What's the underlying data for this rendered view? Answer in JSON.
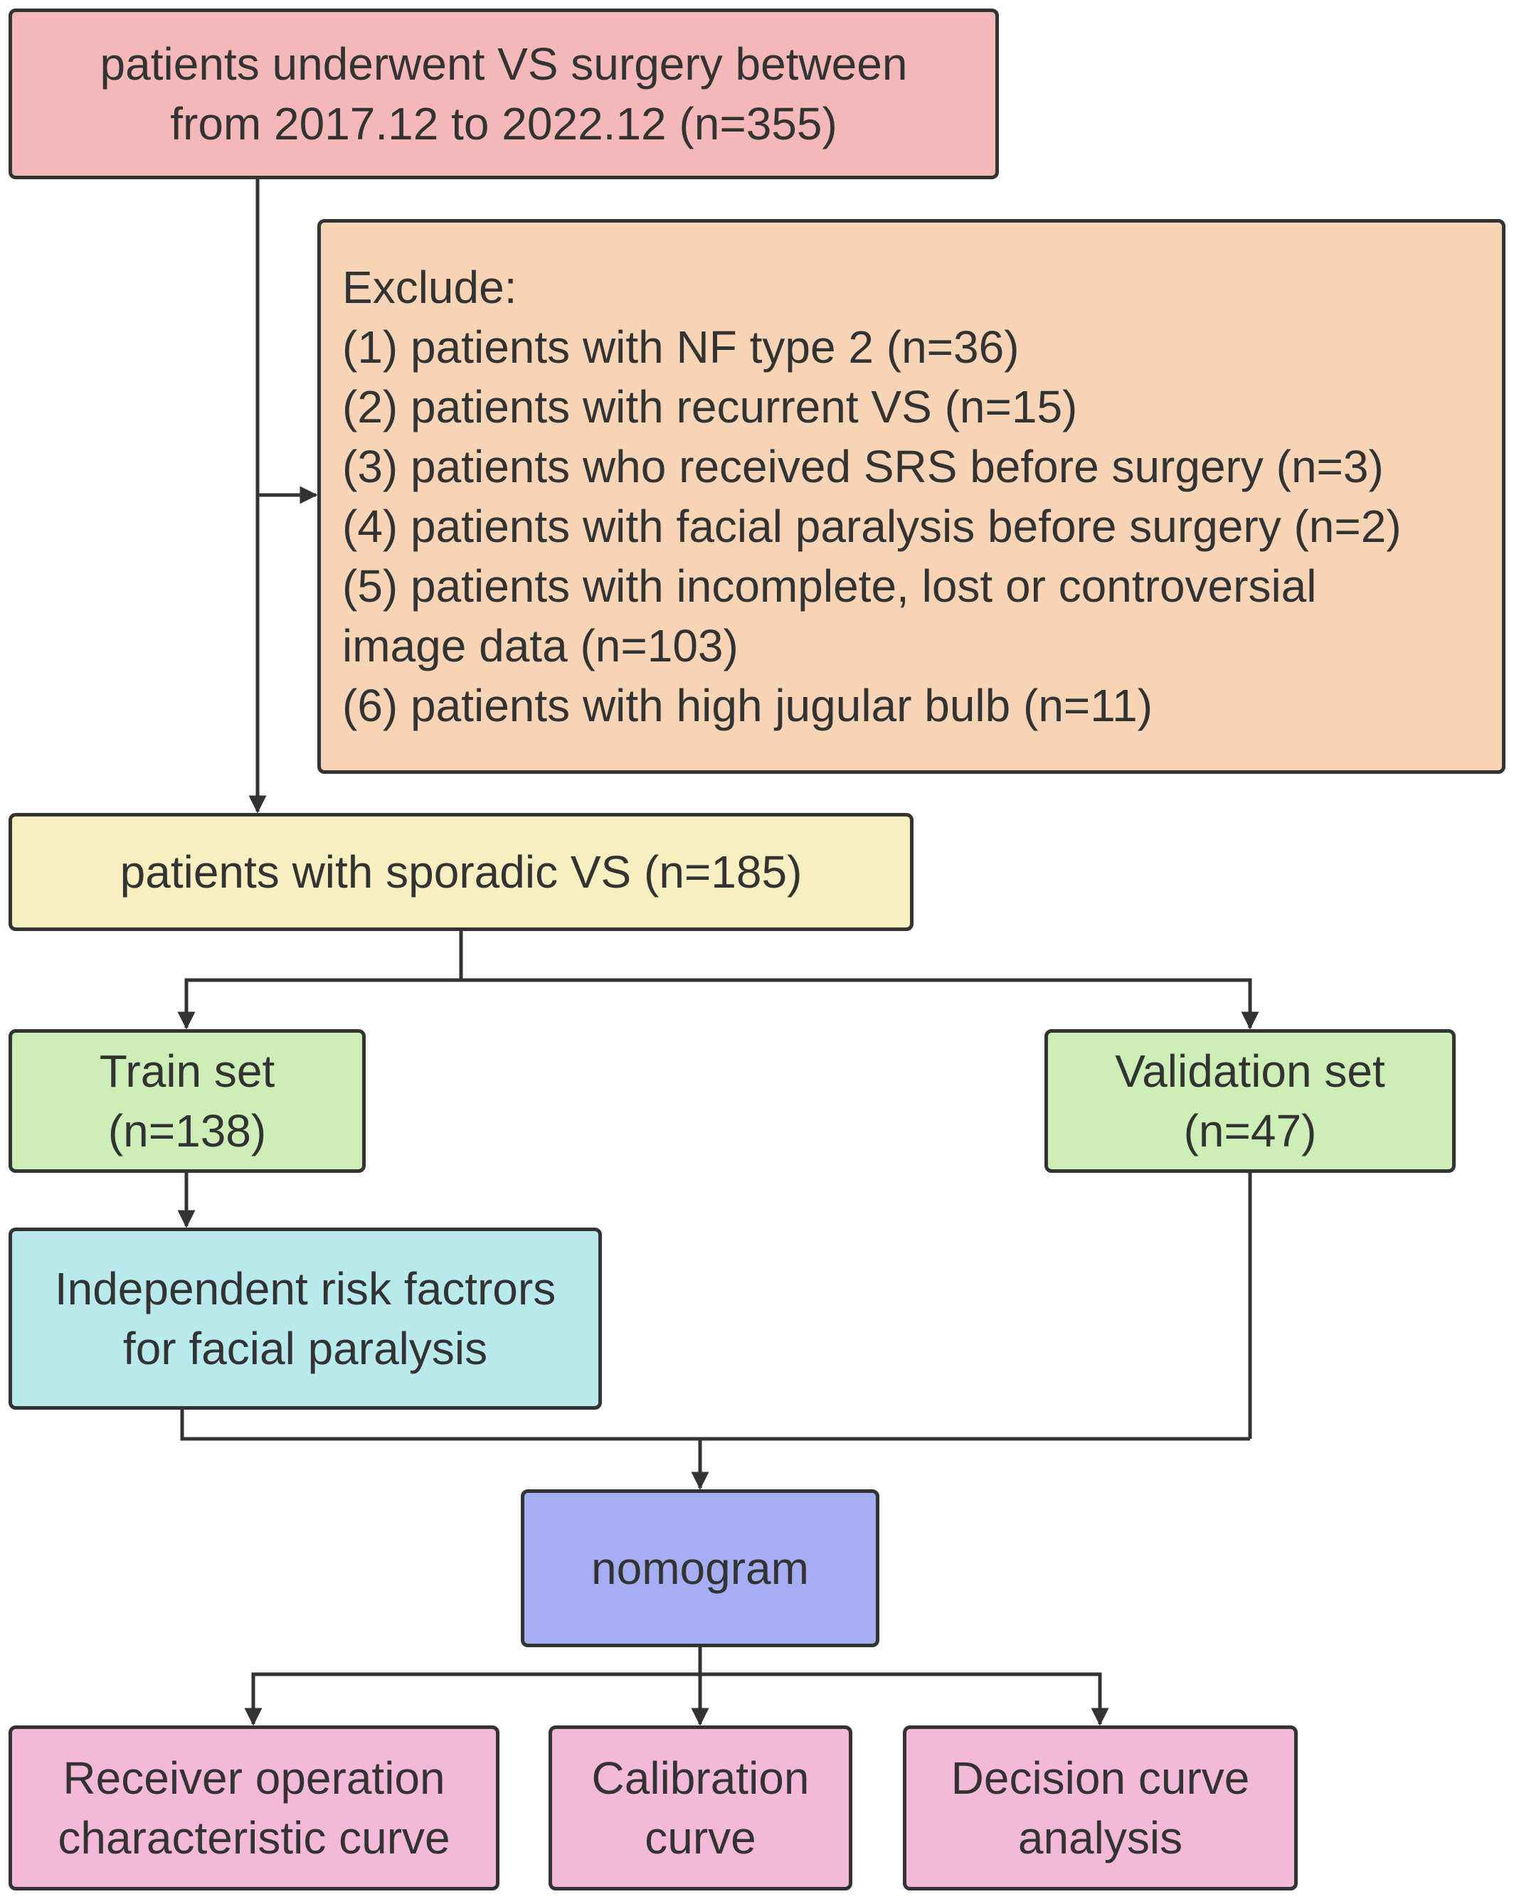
{
  "nodes": {
    "start": {
      "lines": [
        "patients underwent VS surgery between",
        "from 2017.12 to 2022.12 (n=355)"
      ]
    },
    "exclude": {
      "lines": [
        "Exclude:",
        "(1) patients with NF type 2 (n=36)",
        "(2) patients with recurrent VS (n=15)",
        "(3) patients who received SRS before surgery (n=3)",
        "(4) patients with facial paralysis before surgery (n=2)",
        "(5) patients with incomplete, lost or controversial",
        "image data (n=103)",
        "(6) patients with high jugular bulb (n=11)"
      ]
    },
    "sporadic": {
      "lines": [
        "patients with sporadic VS (n=185)"
      ]
    },
    "train": {
      "lines": [
        "Train set",
        "(n=138)"
      ]
    },
    "validation": {
      "lines": [
        "Validation set",
        "(n=47)"
      ]
    },
    "risk": {
      "lines": [
        "Independent risk factrors",
        "for facial paralysis"
      ]
    },
    "nomogram": {
      "lines": [
        "nomogram"
      ]
    },
    "roc": {
      "lines": [
        "Receiver operation",
        "characteristic curve"
      ]
    },
    "calibration": {
      "lines": [
        "Calibration",
        "curve"
      ]
    },
    "dca": {
      "lines": [
        "Decision curve",
        "analysis"
      ]
    }
  },
  "edges": [
    {
      "from": "start",
      "to": "exclude"
    },
    {
      "from": "start",
      "to": "sporadic"
    },
    {
      "from": "sporadic",
      "to": "train"
    },
    {
      "from": "sporadic",
      "to": "validation"
    },
    {
      "from": "train",
      "to": "risk"
    },
    {
      "from": "risk",
      "to": "nomogram"
    },
    {
      "from": "validation",
      "to": "nomogram"
    },
    {
      "from": "nomogram",
      "to": "roc"
    },
    {
      "from": "nomogram",
      "to": "calibration"
    },
    {
      "from": "nomogram",
      "to": "dca"
    }
  ],
  "colors": {
    "start": "#f4b8b9",
    "exclude": "#f6d4b5",
    "sporadic": "#f7efbf",
    "split": "#cdeeb6",
    "risk": "#b8e9ec",
    "nomogram": "#a5aef2",
    "outcomes": "#f5b9d8",
    "stroke": "#333333"
  }
}
